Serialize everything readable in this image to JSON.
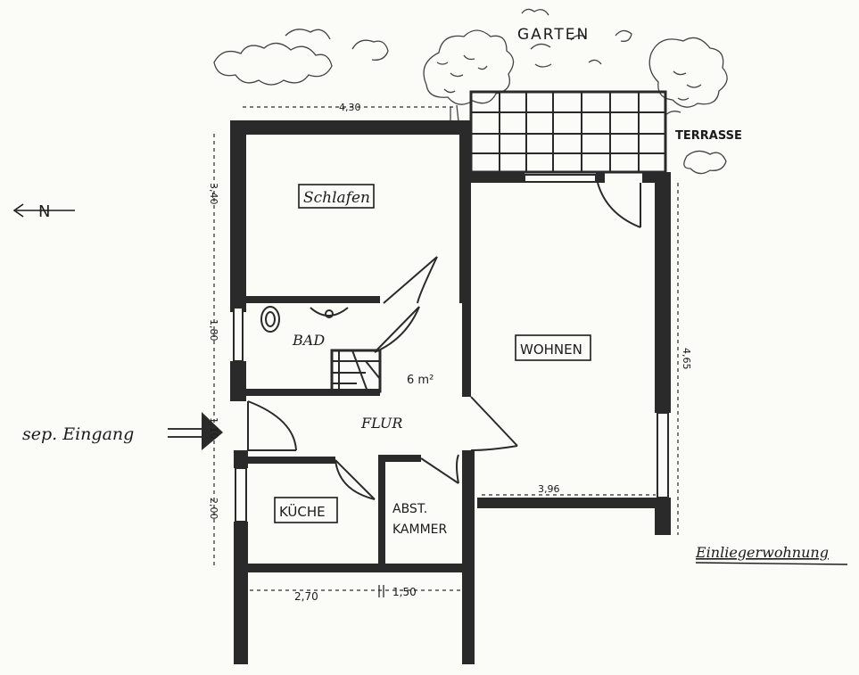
{
  "plan": {
    "garden_label": "GARTEN",
    "terrace_label": "TERRASSE",
    "north_label": "N",
    "entrance_label": "sep. Eingang",
    "title": "Einliegerwohnung",
    "rooms": {
      "schlafen": "Schlafen",
      "bad": "BAD",
      "wohnen": "WOHNEN",
      "flur": "FLUR",
      "kueche": "KÜCHE",
      "abst_line1": "ABST.",
      "abst_line2": "KAMMER",
      "area": "6 m²"
    },
    "dimensions": {
      "top_width": "4,30",
      "left_top": "3,40",
      "left_middle": "1,80",
      "left_entrance": "1,10",
      "left_bottom": "2,00",
      "wohnen_width": "3,96",
      "wohnen_height": "4,65",
      "bottom_left": "2,70",
      "bottom_right": "1,50"
    }
  }
}
